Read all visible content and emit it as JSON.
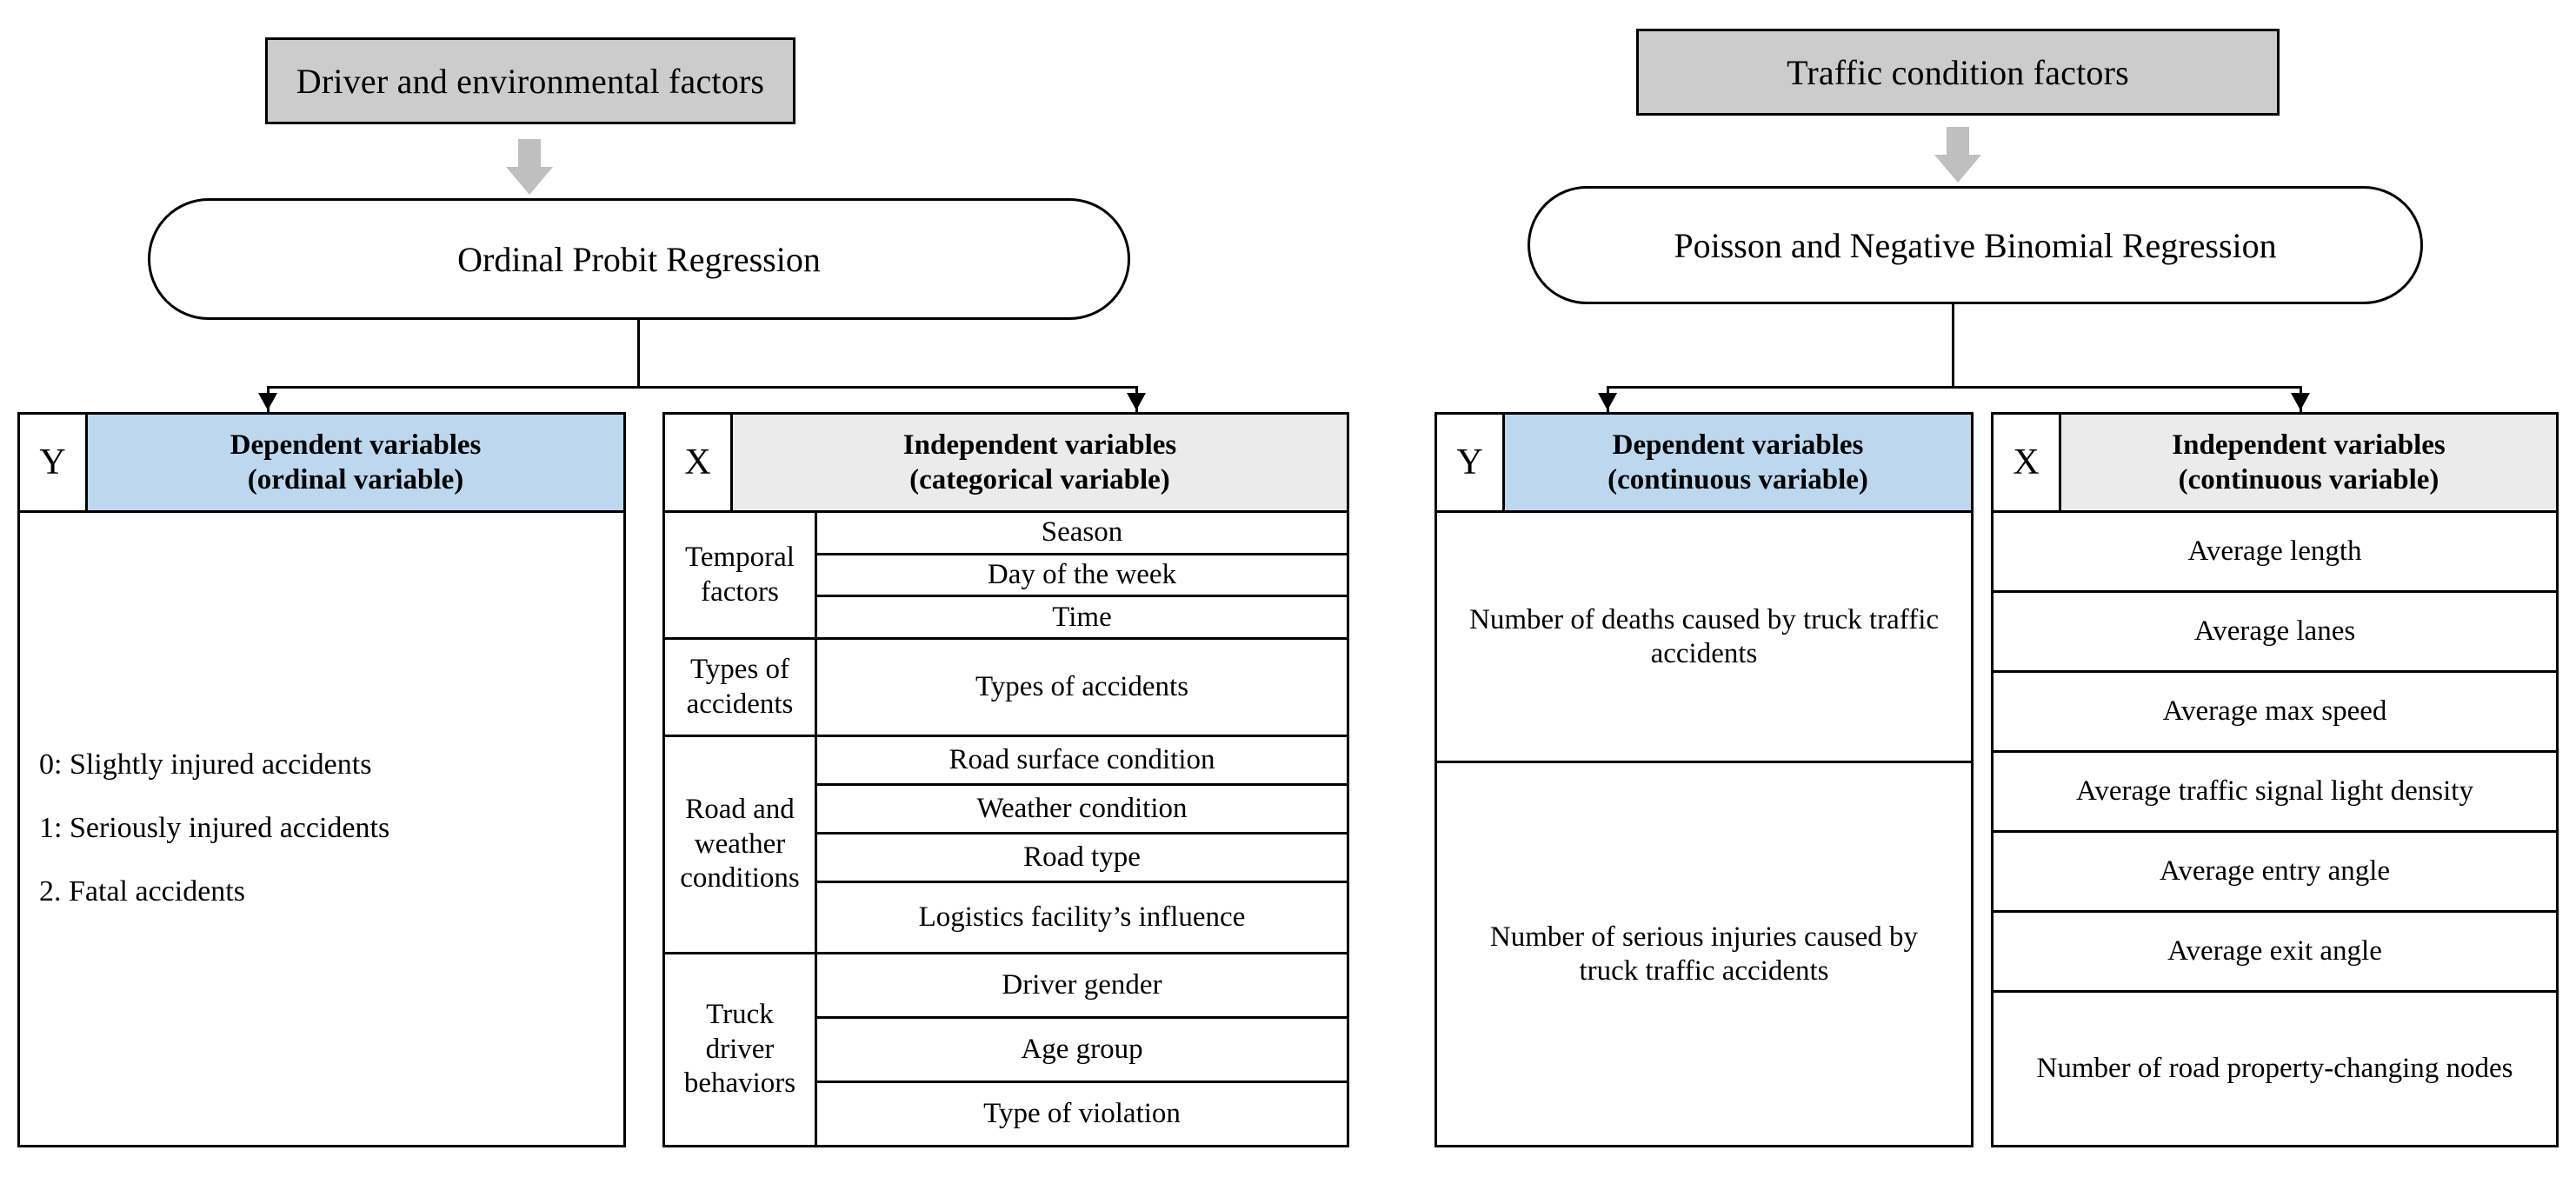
{
  "colors": {
    "header_grey": "#cccccc",
    "dependent_blue": "#bdd7ee",
    "independent_grey": "#ebebeb",
    "arrow_grey": "#bfbfbf",
    "line_black": "#000000"
  },
  "left_section": {
    "top_box": {
      "label": "Driver and environmental factors"
    },
    "method_box": {
      "label": "Ordinal Probit Regression"
    },
    "dependent_table": {
      "tag": "Y",
      "header_line1": "Dependent variables",
      "header_line2": "(ordinal variable)",
      "items": [
        "0: Slightly injured accidents",
        "1: Seriously injured accidents",
        "2. Fatal accidents"
      ]
    },
    "independent_table": {
      "tag": "X",
      "header_line1": "Independent variables",
      "header_line2": "(categorical variable)",
      "groups": [
        {
          "label": "Temporal factors",
          "items": [
            "Season",
            "Day of the week",
            "Time"
          ]
        },
        {
          "label": "Types of accidents",
          "items": [
            "Types of accidents"
          ]
        },
        {
          "label": "Road and weather conditions",
          "items": [
            "Road surface condition",
            "Weather condition",
            "Road type",
            "Logistics facility’s influence"
          ]
        },
        {
          "label": "Truck driver behaviors",
          "items": [
            "Driver gender",
            "Age group",
            "Type of violation"
          ]
        }
      ]
    }
  },
  "right_section": {
    "top_box": {
      "label": "Traffic condition factors"
    },
    "method_box": {
      "label": "Poisson and Negative Binomial Regression"
    },
    "dependent_table": {
      "tag": "Y",
      "header_line1": "Dependent variables",
      "header_line2": "(continuous variable)",
      "items": [
        "Number of deaths caused by truck traffic accidents",
        "Number of serious injuries caused by truck traffic accidents"
      ]
    },
    "independent_table": {
      "tag": "X",
      "header_line1": "Independent variables",
      "header_line2": "(continuous variable)",
      "items": [
        "Average length",
        "Average lanes",
        "Average max speed",
        "Average traffic signal light density",
        "Average entry angle",
        "Average exit angle",
        "Number of road property-changing nodes"
      ]
    }
  }
}
